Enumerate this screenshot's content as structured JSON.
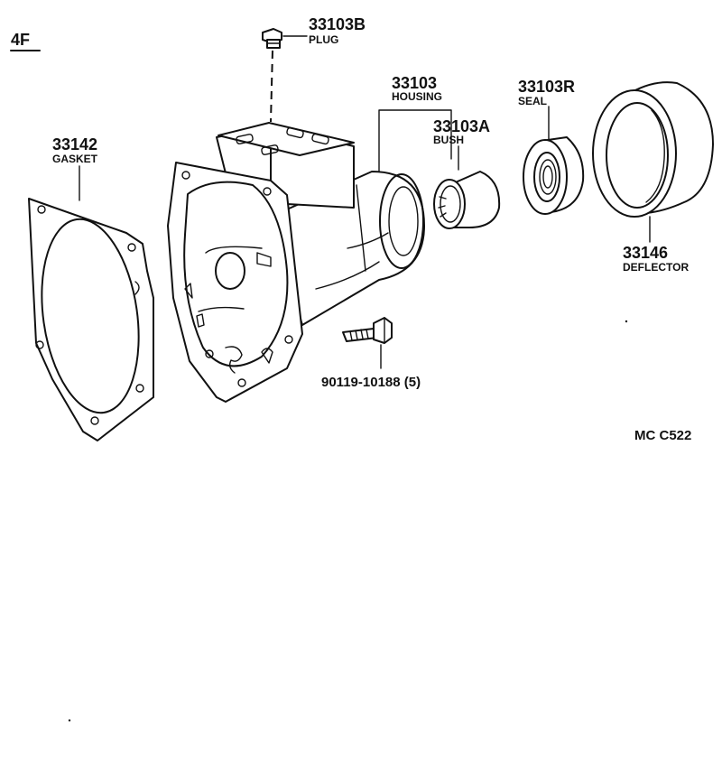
{
  "section_code": "4F",
  "figure_code": "MC  C522",
  "parts": {
    "plug": {
      "number": "33103B",
      "name": "PLUG"
    },
    "housing": {
      "number": "33103",
      "name": "HOUSING"
    },
    "bush": {
      "number": "33103A",
      "name": "BUSH"
    },
    "seal": {
      "number": "33103R",
      "name": "SEAL"
    },
    "deflector": {
      "number": "33146",
      "name": "DEFLECTOR"
    },
    "gasket": {
      "number": "33142",
      "name": "GASKET"
    },
    "bolt": {
      "number": "90119-10188 (5)"
    }
  }
}
